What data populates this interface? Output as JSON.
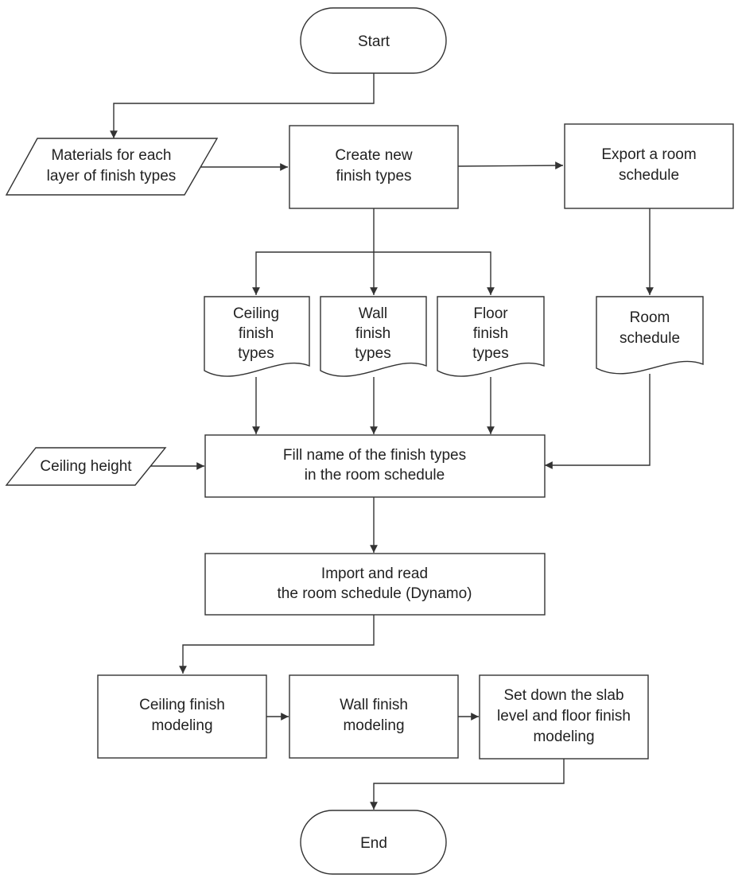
{
  "nodes": {
    "start": {
      "type": "terminal",
      "lines": [
        "Start"
      ]
    },
    "materials_input": {
      "type": "input-output",
      "lines": [
        "Materials for each",
        "layer of finish types"
      ]
    },
    "create_finish_types": {
      "type": "process",
      "lines": [
        "Create new",
        "finish types"
      ]
    },
    "export_room_schedule": {
      "type": "process",
      "lines": [
        "Export a room",
        "schedule"
      ]
    },
    "ceiling_finish_types": {
      "type": "document",
      "lines": [
        "Ceiling",
        "finish",
        "types"
      ]
    },
    "wall_finish_types": {
      "type": "document",
      "lines": [
        "Wall",
        "finish",
        "types"
      ]
    },
    "floor_finish_types": {
      "type": "document",
      "lines": [
        "Floor",
        "finish",
        "types"
      ]
    },
    "room_schedule_doc": {
      "type": "document",
      "lines": [
        "Room",
        "schedule"
      ]
    },
    "ceiling_height_input": {
      "type": "input-output",
      "lines": [
        "Ceiling height"
      ]
    },
    "fill_finish_names": {
      "type": "process",
      "lines": [
        "Fill name of the finish types",
        "in the room schedule"
      ]
    },
    "import_room_schedule": {
      "type": "process",
      "lines": [
        "Import and read",
        "the room schedule (Dynamo)"
      ]
    },
    "ceiling_modeling": {
      "type": "process",
      "lines": [
        "Ceiling finish",
        "modeling"
      ]
    },
    "wall_modeling": {
      "type": "process",
      "lines": [
        "Wall finish",
        "modeling"
      ]
    },
    "floor_modeling": {
      "type": "process",
      "lines": [
        "Set down the slab",
        "level and floor finish",
        "modeling"
      ]
    },
    "end": {
      "type": "terminal",
      "lines": [
        "End"
      ]
    }
  },
  "edges": [
    {
      "from": "start",
      "to": "materials_input"
    },
    {
      "from": "materials_input",
      "to": "create_finish_types"
    },
    {
      "from": "create_finish_types",
      "to": "export_room_schedule"
    },
    {
      "from": "create_finish_types",
      "to": "ceiling_finish_types"
    },
    {
      "from": "create_finish_types",
      "to": "wall_finish_types"
    },
    {
      "from": "create_finish_types",
      "to": "floor_finish_types"
    },
    {
      "from": "export_room_schedule",
      "to": "room_schedule_doc"
    },
    {
      "from": "ceiling_finish_types",
      "to": "fill_finish_names"
    },
    {
      "from": "wall_finish_types",
      "to": "fill_finish_names"
    },
    {
      "from": "floor_finish_types",
      "to": "fill_finish_names"
    },
    {
      "from": "room_schedule_doc",
      "to": "fill_finish_names"
    },
    {
      "from": "ceiling_height_input",
      "to": "fill_finish_names"
    },
    {
      "from": "fill_finish_names",
      "to": "import_room_schedule"
    },
    {
      "from": "import_room_schedule",
      "to": "ceiling_modeling"
    },
    {
      "from": "ceiling_modeling",
      "to": "wall_modeling"
    },
    {
      "from": "wall_modeling",
      "to": "floor_modeling"
    },
    {
      "from": "floor_modeling",
      "to": "end"
    }
  ],
  "colors": {
    "line": "#333333",
    "text": "#222222",
    "background": "#ffffff"
  }
}
